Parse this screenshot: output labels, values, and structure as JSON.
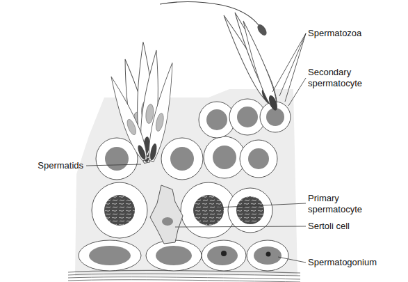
{
  "diagram": {
    "labels": [
      "Spermatozoa",
      "Secondary spermatocyte",
      "Spermatids",
      "Primary spermatocyte",
      "Sertoli cell",
      "Spermatogonium"
    ]
  }
}
